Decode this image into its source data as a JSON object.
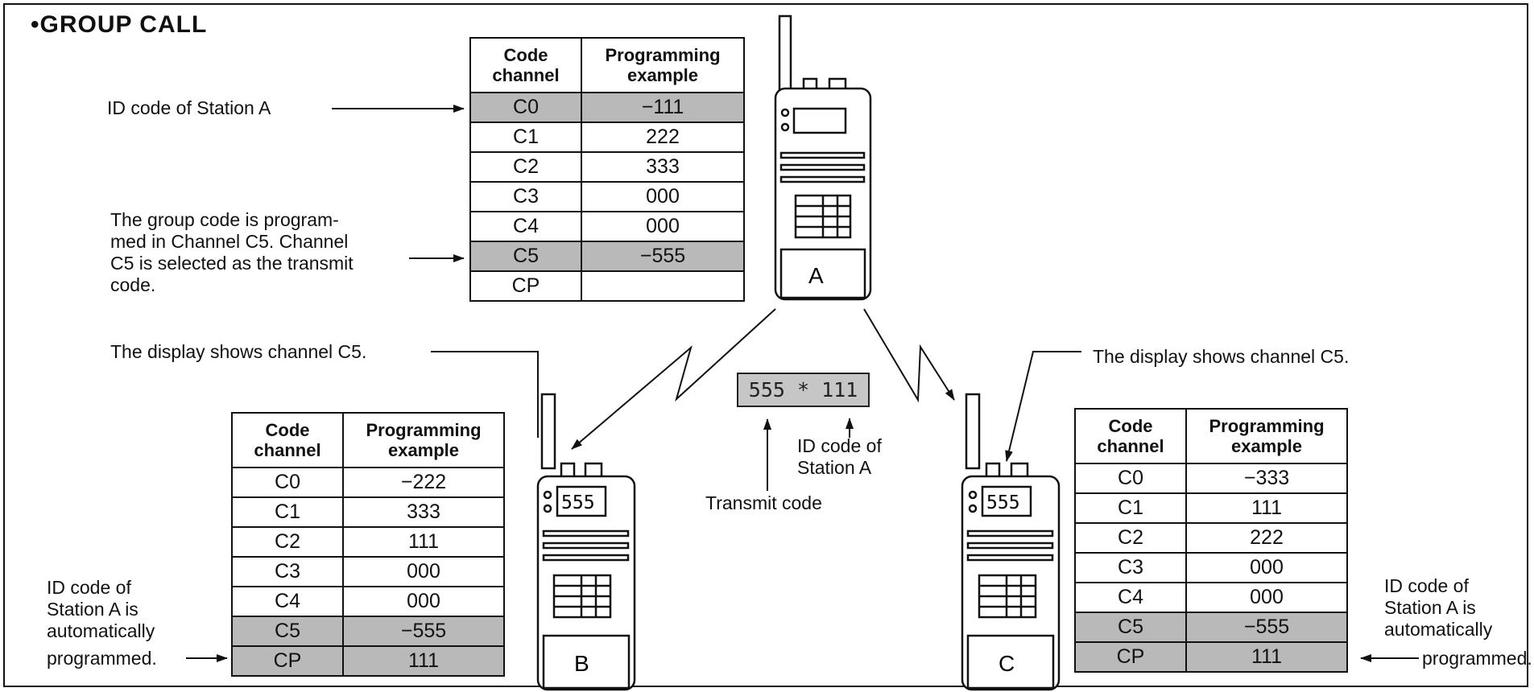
{
  "title": "•GROUP CALL",
  "labels": {
    "id_station_a": "ID code of Station A",
    "group_code_1": "The group code is program-",
    "group_code_2": "med in Channel C5.  Channel",
    "group_code_3": "C5 is selected as the transmit",
    "group_code_4": "code.",
    "display_b": "The display shows channel C5.",
    "display_c": "The display shows channel C5.",
    "auto_b_1": "ID code of",
    "auto_b_2": "Station A is",
    "auto_b_3": "automatically",
    "auto_b_4": "programmed.",
    "auto_c_1": "ID code of",
    "auto_c_2": "Station A is",
    "auto_c_3": "automatically",
    "auto_c_4": "programmed.",
    "id_code_of": "ID code of",
    "station_a": "Station A",
    "transmit_code": "Transmit code"
  },
  "transmit_display": "555 * 111",
  "radios": {
    "a": {
      "label": "A",
      "display": ""
    },
    "b": {
      "label": "B",
      "display": "555"
    },
    "c": {
      "label": "C",
      "display": "555"
    }
  },
  "table_header": {
    "col1_line1": "Code",
    "col1_line2": "channel",
    "col2_line1": "Programming",
    "col2_line2": "example"
  },
  "tables": {
    "a": [
      {
        "ch": "C0",
        "val": "−111"
      },
      {
        "ch": "C1",
        "val": "222"
      },
      {
        "ch": "C2",
        "val": "333"
      },
      {
        "ch": "C3",
        "val": "000"
      },
      {
        "ch": "C4",
        "val": "000"
      },
      {
        "ch": "C5",
        "val": "−555"
      },
      {
        "ch": "CP",
        "val": ""
      }
    ],
    "b": [
      {
        "ch": "C0",
        "val": "−222"
      },
      {
        "ch": "C1",
        "val": "333"
      },
      {
        "ch": "C2",
        "val": "111"
      },
      {
        "ch": "C3",
        "val": "000"
      },
      {
        "ch": "C4",
        "val": "000"
      },
      {
        "ch": "C5",
        "val": "−555"
      },
      {
        "ch": "CP",
        "val": "111"
      }
    ],
    "c": [
      {
        "ch": "C0",
        "val": "−333"
      },
      {
        "ch": "C1",
        "val": "111"
      },
      {
        "ch": "C2",
        "val": "222"
      },
      {
        "ch": "C3",
        "val": "000"
      },
      {
        "ch": "C4",
        "val": "000"
      },
      {
        "ch": "C5",
        "val": "−555"
      },
      {
        "ch": "CP",
        "val": "111"
      }
    ]
  },
  "highlight_color": "#b9b9b9"
}
